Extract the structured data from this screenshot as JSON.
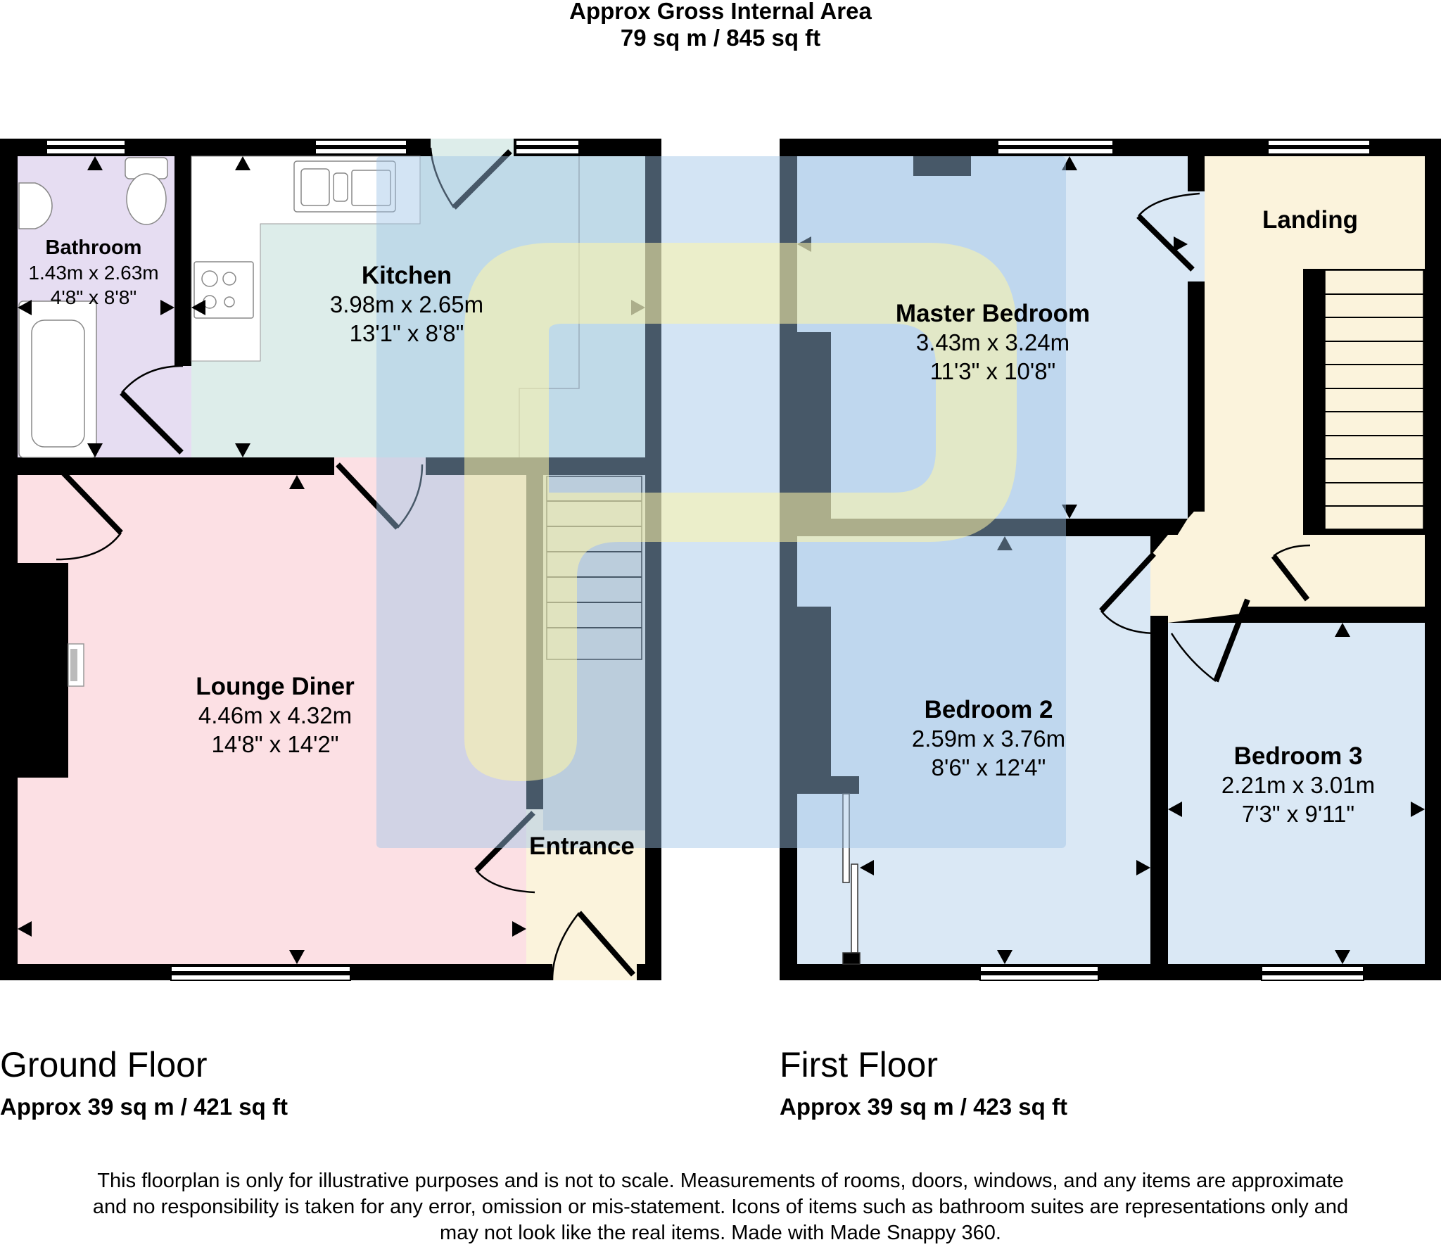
{
  "header": {
    "title": "Approx Gross Internal Area",
    "total_area": "79 sq m / 845 sq ft"
  },
  "colors": {
    "wall": "#000000",
    "bathroom": "#E6DDF2",
    "kitchen": "#DDEDEA",
    "lounge": "#FCE0E4",
    "entrance": "#FBF3DC",
    "stairs": "#D3D6D4",
    "bedroom": "#DAE8F5",
    "landing": "#FBF3DC",
    "watermark_blue": "#9EC3E6",
    "watermark_yellow": "#FFF6A8"
  },
  "ground_floor": {
    "title": "Ground Floor",
    "area": "Approx 39 sq m / 421 sq ft",
    "rooms": [
      {
        "name": "Bathroom",
        "metric": "1.43m x 2.63m",
        "imperial": "4'8\" x 8'8\""
      },
      {
        "name": "Kitchen",
        "metric": "3.98m x 2.65m",
        "imperial": "13'1\" x 8'8\""
      },
      {
        "name": "Lounge Diner",
        "metric": "4.46m x 4.32m",
        "imperial": "14'8\" x 14'2\""
      },
      {
        "name": "Entrance",
        "metric": "",
        "imperial": ""
      }
    ],
    "fixtures": [
      "toilet-icon",
      "basin-icon",
      "bath-icon",
      "sink-icon",
      "hob-icon",
      "fireplace-icon",
      "stairs-icon"
    ]
  },
  "first_floor": {
    "title": "First Floor",
    "area": "Approx 39 sq m / 423 sq ft",
    "rooms": [
      {
        "name": "Master Bedroom",
        "metric": "3.43m x 3.24m",
        "imperial": "11'3\" x 10'8\""
      },
      {
        "name": "Landing",
        "metric": "",
        "imperial": ""
      },
      {
        "name": "Bedroom 2",
        "metric": "2.59m x 3.76m",
        "imperial": "8'6\" x 12'4\""
      },
      {
        "name": "Bedroom 3",
        "metric": "2.21m x 3.01m",
        "imperial": "7'3\" x 9'11\""
      }
    ],
    "fixtures": [
      "stairs-icon",
      "wardrobe-icon"
    ]
  },
  "disclaimer": [
    "This floorplan is only for illustrative purposes and is not to scale. Measurements of rooms, doors, windows, and any items are approximate",
    "and no responsibility is taken for any error, omission or mis-statement. Icons of items such as bathroom suites are representations only and",
    "may not look like the real items. Made with Made Snappy 360."
  ]
}
